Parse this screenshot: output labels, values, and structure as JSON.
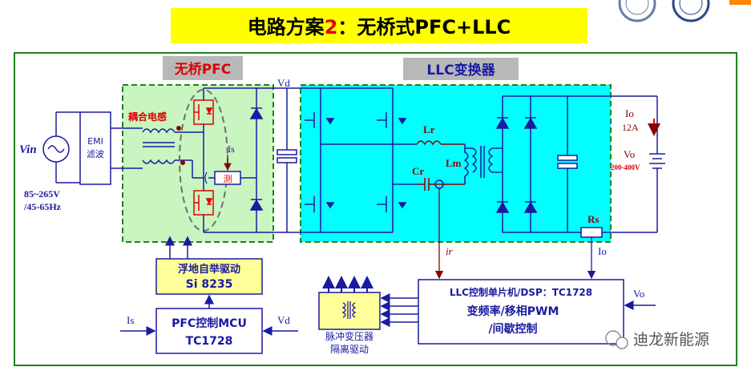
{
  "title": {
    "prefix": "电路方案",
    "number": "2",
    "suffix": "：无桥式PFC+LLC"
  },
  "blocks": {
    "pfc_label": "无桥PFC",
    "llc_label": "LLC变换器",
    "emi_line1": "EMI",
    "emi_line2": "滤波",
    "gate_driver_line1": "浮地自举驱动",
    "gate_driver_line2": "Si 8235",
    "pfc_mcu_line1": "PFC控制MCU",
    "pfc_mcu_line2": "TC1728",
    "llc_ctrl_line1": "LLC控制单片机/DSP：TC1728",
    "llc_ctrl_line2": "变频率/移相PWM",
    "llc_ctrl_line3": "/间歇控制",
    "pulse_xfmr_line1": "脉冲变压器",
    "pulse_xfmr_line2": "隔离驱动"
  },
  "labels": {
    "vin": "Vin",
    "vin_range1": "85~265V",
    "vin_range2": "/45-65Hz",
    "coupled_inductor": "耦合电感",
    "is_sense": "Is",
    "measure": "测",
    "vd_top": "Vd",
    "lr": "Lr",
    "cr": "Cr",
    "lm": "Lm",
    "ir": "ir",
    "io_top": "Io",
    "io_value": "12A",
    "vo": "Vo",
    "vo_range": "200-400V",
    "rs": "Rs",
    "io_bottom": "Io",
    "vo_input": "Vo",
    "is_input": "Is",
    "vd_input": "Vd"
  },
  "watermark": "迪龙新能源",
  "colors": {
    "title_bg": "#ffff00",
    "title_number": "#e00000",
    "pfc_fill": "#c8f5c0",
    "llc_fill": "#00ffff",
    "frame_border": "#208020",
    "block_fill": "#ffff99",
    "wire": "#1a1aa0",
    "accent_red": "#e00000"
  }
}
